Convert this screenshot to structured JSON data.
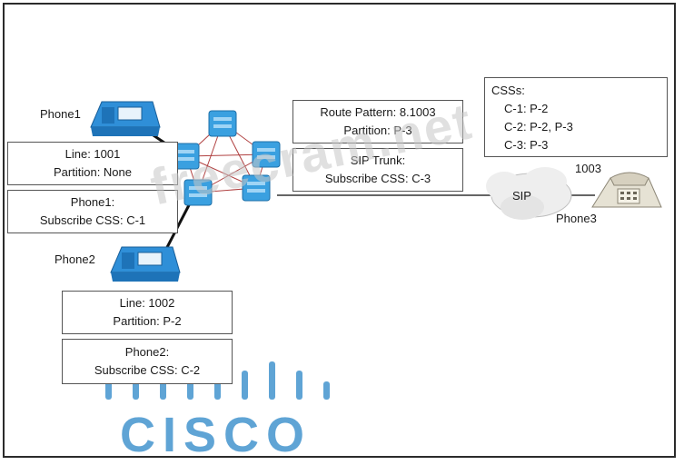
{
  "phones": {
    "phone1": "Phone1",
    "phone2": "Phone2",
    "phone3": "Phone3",
    "phone3_dn": "1003"
  },
  "boxes": {
    "phone1_line": [
      "Line: 1001",
      "Partition: None"
    ],
    "phone1_css": [
      "Phone1:",
      "Subscribe CSS: C-1"
    ],
    "phone2_line": [
      "Line: 1002",
      "Partition: P-2"
    ],
    "phone2_css": [
      "Phone2:",
      "Subscribe CSS: C-2"
    ],
    "route_pattern": [
      "Route Pattern: 8.1003",
      "Partition: P-3"
    ],
    "sip_trunk": [
      "SIP Trunk:",
      "Subscribe CSS: C-3"
    ]
  },
  "css_definitions": {
    "title": "CSSs:",
    "rows": [
      "C-1: P-2",
      "C-2: P-2, P-3",
      "C-3: P-3"
    ]
  },
  "cloud_label": "SIP",
  "watermark": "freecram.net",
  "logo_text": "CISCO",
  "colors": {
    "ip_phone": "#2f8fd8",
    "cluster_server": "#3aa0e0",
    "mesh_line": "#b04040",
    "cisco_logo": "#2a86c8",
    "analog_phone": "#e6e2d4"
  }
}
